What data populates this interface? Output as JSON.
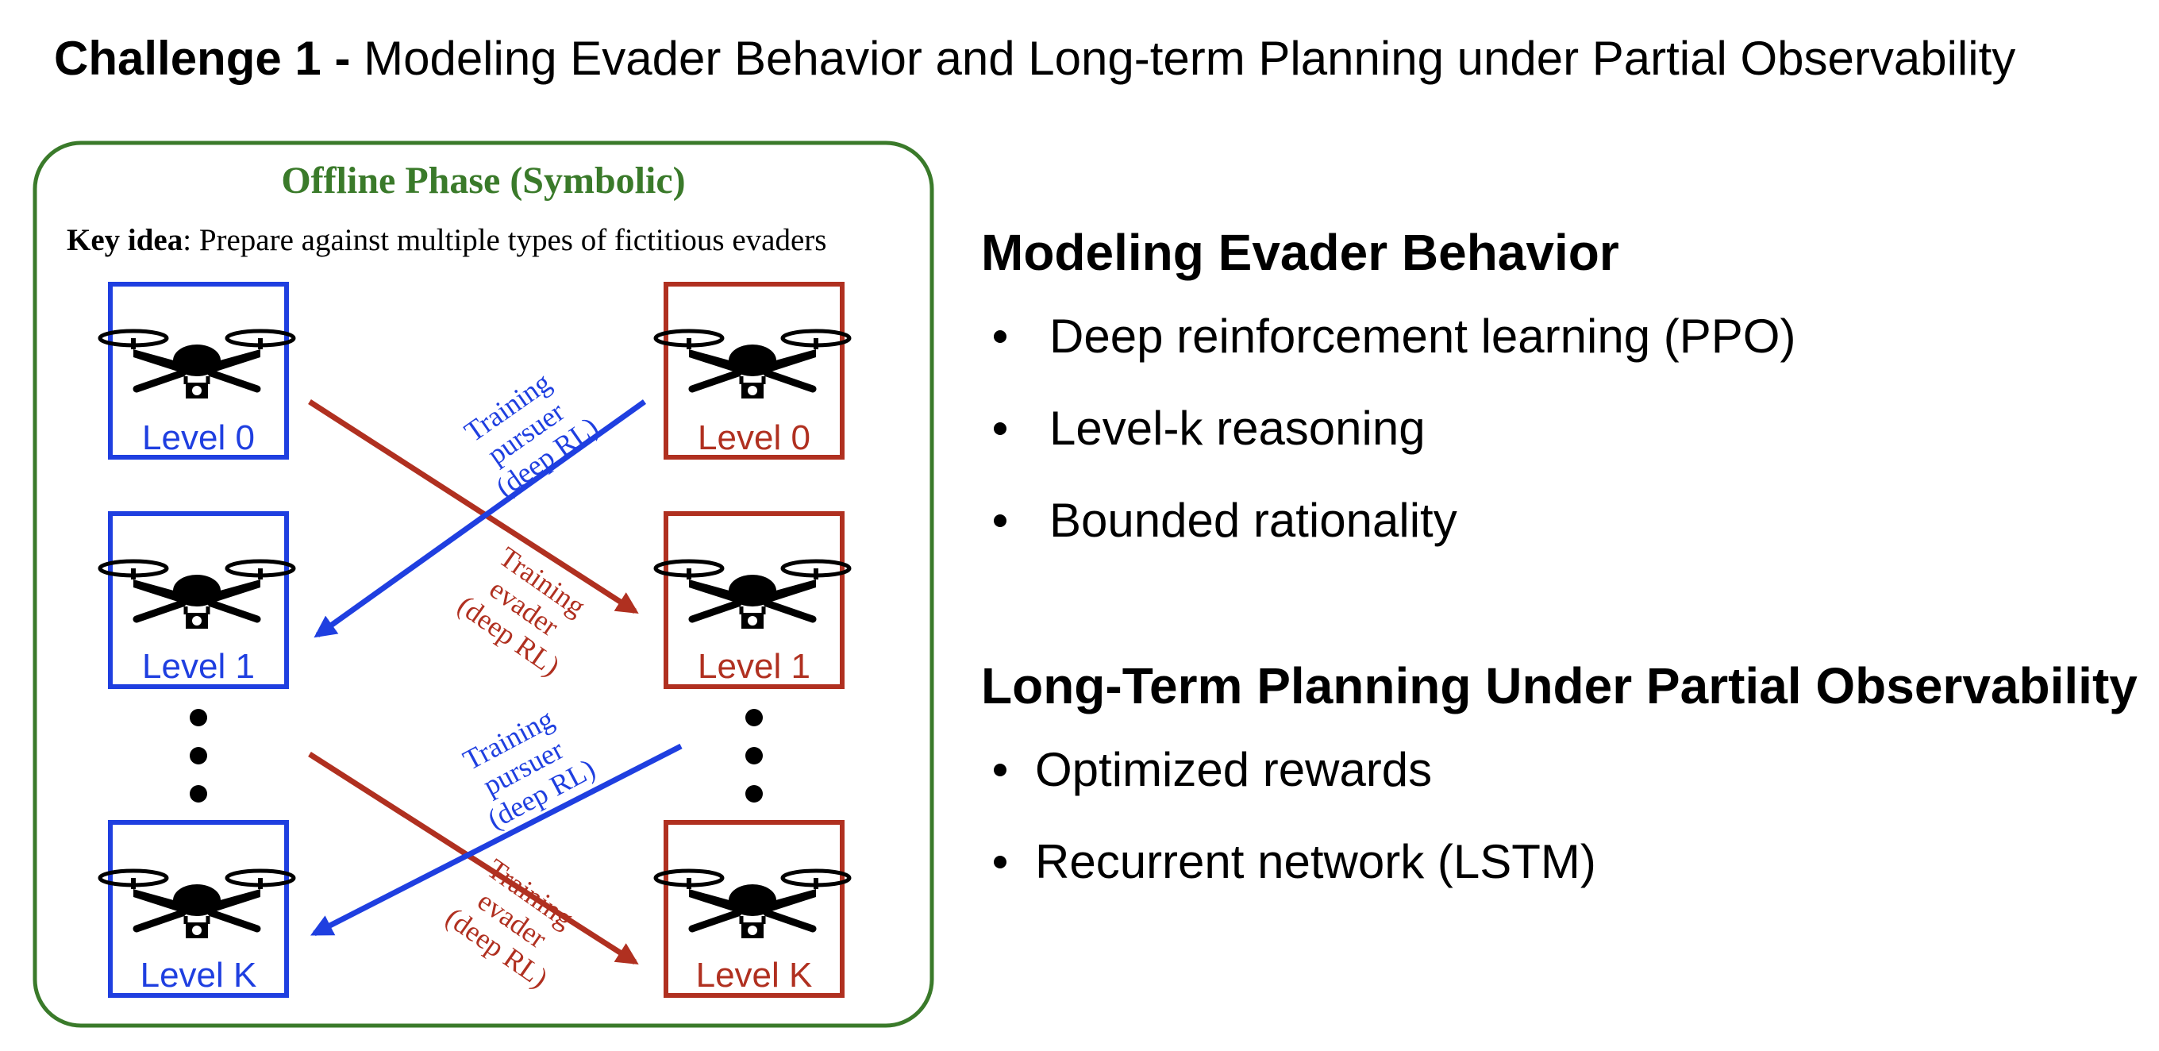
{
  "title": {
    "bold": "Challenge 1 - ",
    "rest": "Modeling Evader Behavior and Long-term Planning under Partial Observability"
  },
  "diagram": {
    "heading": "Offline Phase (Symbolic)",
    "key_idea_label": "Key idea",
    "key_idea_text": ": Prepare against multiple types of fictitious evaders",
    "pursuer_levels": [
      "Level 0",
      "Level 1",
      "Level K"
    ],
    "evader_levels": [
      "Level 0",
      "Level 1",
      "Level K"
    ],
    "training_pursuer": [
      "Training",
      "pursuer",
      "(deep RL)"
    ],
    "training_evader": [
      "Training",
      "evader",
      "(deep RL)"
    ],
    "colors": {
      "border": "#3a7a2a",
      "heading": "#3a7a2a",
      "pursuer": "#1f3fe0",
      "evader": "#b03020"
    },
    "icons": [
      "drone-icon"
    ]
  },
  "sections": [
    {
      "heading": "Modeling Evader Behavior",
      "bullets": [
        "Deep reinforcement learning (PPO)",
        "Level-k reasoning",
        "Bounded rationality"
      ]
    },
    {
      "heading": "Long-Term Planning Under Partial Observability",
      "bullets": [
        "Optimized rewards",
        "Recurrent network (LSTM)"
      ]
    }
  ]
}
